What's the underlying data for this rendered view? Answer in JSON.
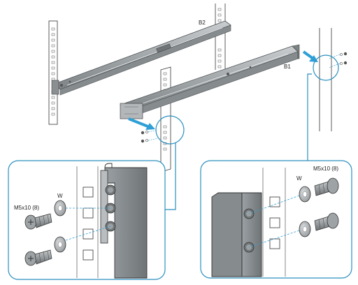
{
  "labels": {
    "rail_b2": "B2",
    "rail_b1": "B1",
    "left_washer": "W",
    "left_screw_spec": "M5x10 (8)",
    "right_washer": "W",
    "right_screw_spec": "M5x10 (8)"
  },
  "colors": {
    "callout_accent": "#2b8fbf",
    "motion_arrow": "#2f9fd6",
    "rail_fill": "#a9aeb1",
    "rail_edge": "#5a5f62",
    "rack_post": "#ffffff",
    "bracket_fill": "#8c9194"
  }
}
